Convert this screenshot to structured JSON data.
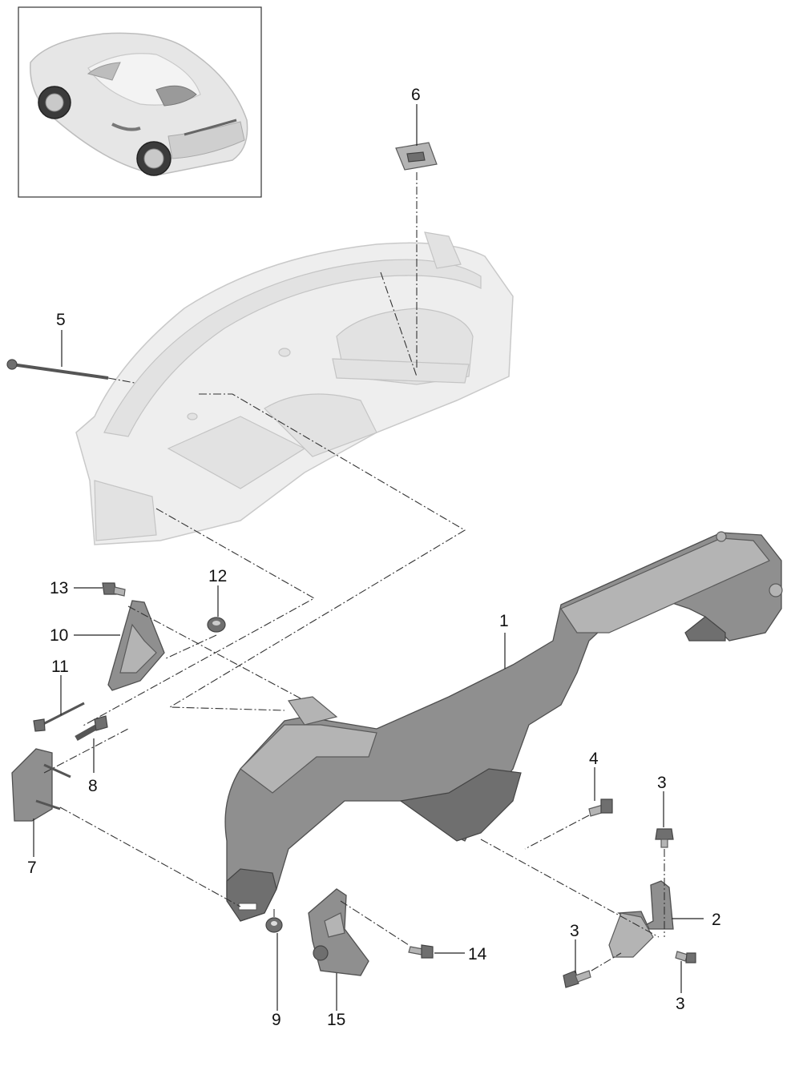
{
  "callouts": [
    {
      "id": "p1",
      "label": "1"
    },
    {
      "id": "p2",
      "label": "2"
    },
    {
      "id": "p3a",
      "label": "3"
    },
    {
      "id": "p3b",
      "label": "3"
    },
    {
      "id": "p3c",
      "label": "3"
    },
    {
      "id": "p4",
      "label": "4"
    },
    {
      "id": "p5",
      "label": "5"
    },
    {
      "id": "p6",
      "label": "6"
    },
    {
      "id": "p7",
      "label": "7"
    },
    {
      "id": "p8",
      "label": "8"
    },
    {
      "id": "p9",
      "label": "9"
    },
    {
      "id": "p10",
      "label": "10"
    },
    {
      "id": "p11",
      "label": "11"
    },
    {
      "id": "p12",
      "label": "12"
    },
    {
      "id": "p13",
      "label": "13"
    },
    {
      "id": "p14",
      "label": "14"
    },
    {
      "id": "p15",
      "label": "15"
    }
  ],
  "colors": {
    "part": "#8f8f8f",
    "ghost_body": "#eeeeee",
    "line": "#222222"
  }
}
